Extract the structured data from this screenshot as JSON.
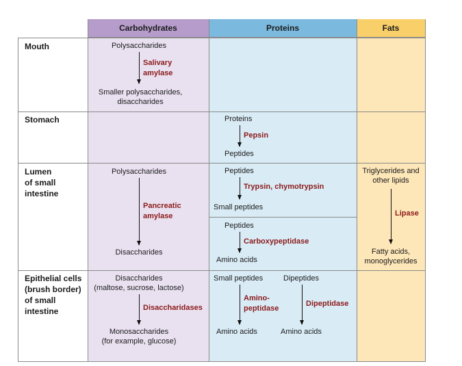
{
  "headers": {
    "carbohydrates": "Carbohydrates",
    "proteins": "Proteins",
    "fats": "Fats"
  },
  "rows": {
    "mouth": "Mouth",
    "stomach": "Stomach",
    "lumen": [
      "Lumen",
      "of small",
      "intestine"
    ],
    "epithelial": [
      "Epithelial cells",
      "(brush border)",
      "of small",
      "intestine"
    ]
  },
  "mouth": {
    "carb_start": "Polysaccharides",
    "carb_enzyme": [
      "Salivary",
      "amylase"
    ],
    "carb_end": [
      "Smaller polysaccharides,",
      "disaccharides"
    ]
  },
  "stomach": {
    "prot_start": "Proteins",
    "prot_enzyme": "Pepsin",
    "prot_end": "Peptides"
  },
  "lumen": {
    "carb_start": "Polysaccharides",
    "carb_enzyme": [
      "Pancreatic",
      "amylase"
    ],
    "carb_end": "Disaccharides",
    "prot1_start": "Peptides",
    "prot1_enzyme": "Trypsin, chymotrypsin",
    "prot1_end": "Small peptides",
    "prot2_start": "Peptides",
    "prot2_enzyme": "Carboxypeptidase",
    "prot2_end": "Amino acids",
    "fat_start": [
      "Triglycerides and",
      "other lipids"
    ],
    "fat_enzyme": "Lipase",
    "fat_end": [
      "Fatty acids,",
      "monoglycerides"
    ]
  },
  "epithelial": {
    "carb_start": [
      "Disaccharides",
      "(maltose, sucrose, lactose)"
    ],
    "carb_enzyme": "Disaccharidases",
    "carb_end": [
      "Monosaccharides",
      "(for example, glucose)"
    ],
    "prot1_start": "Small peptides",
    "prot1_enzyme": [
      "Amino-",
      "peptidase"
    ],
    "prot1_end": "Amino acids",
    "prot2_start": "Dipeptides",
    "prot2_enzyme": "Dipeptidase",
    "prot2_end": "Amino acids"
  }
}
